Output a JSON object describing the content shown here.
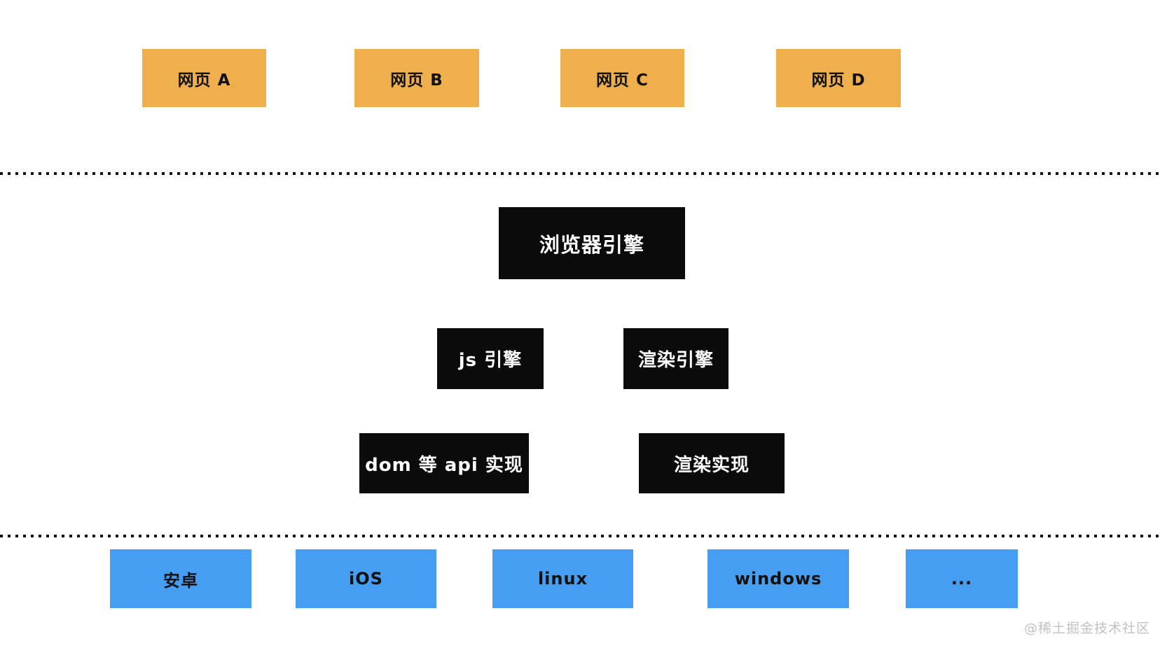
{
  "diagram": {
    "title": "browser-architecture-diagram",
    "web_pages": [
      {
        "label": "网页 A"
      },
      {
        "label": "网页 B"
      },
      {
        "label": "网页 C"
      },
      {
        "label": "网页 D"
      }
    ],
    "browser_engine": {
      "label": "浏览器引擎"
    },
    "engines": [
      {
        "label": "js 引擎"
      },
      {
        "label": "渲染引擎"
      }
    ],
    "implementations": [
      {
        "label": "dom 等 api 实现"
      },
      {
        "label": "渲染实现"
      }
    ],
    "platforms": [
      {
        "label": "安卓"
      },
      {
        "label": "iOS"
      },
      {
        "label": "linux"
      },
      {
        "label": "windows"
      },
      {
        "label": "..."
      }
    ],
    "watermark": "@稀土掘金技术社区",
    "colors": {
      "web_page_bg": "#EFAF4D",
      "engine_bg": "#0B0B0B",
      "engine_text": "#FFFFFF",
      "platform_bg": "#459EF2",
      "box_text": "#111111",
      "separator_dot": "#111111",
      "watermark_text": "#C2C2C2",
      "background": "#FFFFFF"
    }
  }
}
